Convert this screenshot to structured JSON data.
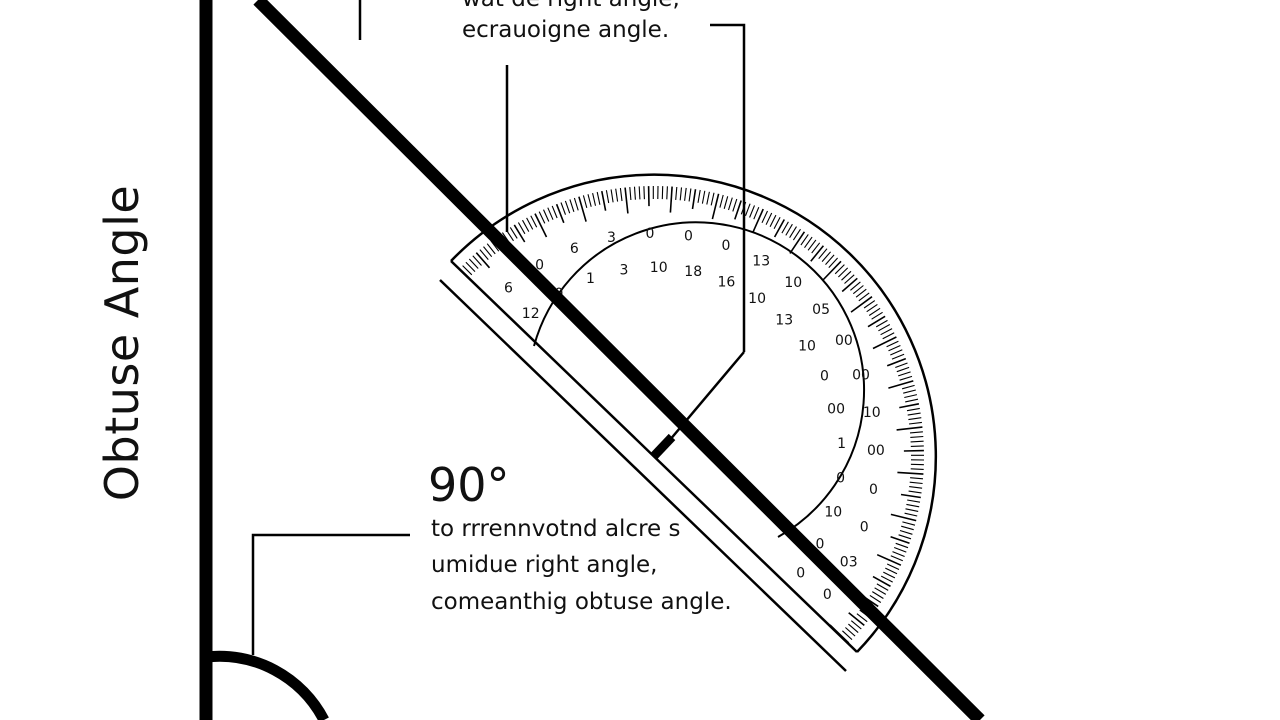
{
  "diagram": {
    "vertical_label": "Obtuse Angle",
    "top_caption": [
      "wat de right angle,",
      "ecrauoigne angle."
    ],
    "angle_value": "90°",
    "caption": [
      "to rrrennvotnd alcre s",
      "umidue right angle,",
      "comeanthig obtuse angle."
    ],
    "protractor": {
      "outer_labels": [
        "6",
        "0",
        "6",
        "3",
        "0",
        "0",
        "0",
        "13",
        "10",
        "05",
        "00",
        "00",
        "10",
        "00",
        "0",
        "0",
        "03",
        "0"
      ],
      "inner_labels": [
        "12",
        "0",
        "1",
        "3",
        "10",
        "18",
        "16",
        "10",
        "13",
        "10",
        "0",
        "00",
        "1",
        "0",
        "10",
        "0",
        "0"
      ]
    }
  }
}
